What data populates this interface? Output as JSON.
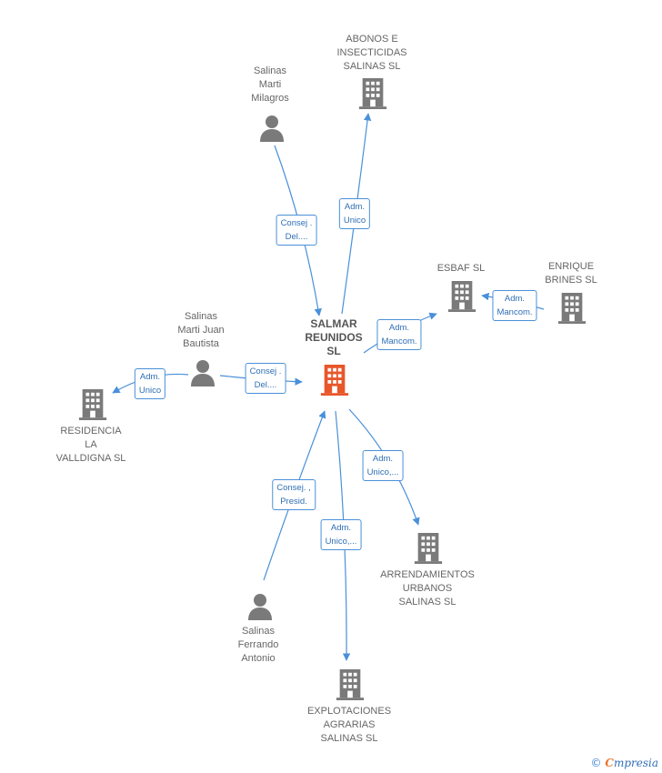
{
  "colors": {
    "edge": "#4a90d9",
    "building": "#7a7a7a",
    "person": "#7a7a7a",
    "center_building": "#e8562a"
  },
  "nodes": {
    "salmar": {
      "label": "SALMAR\nREUNIDOS\nSL",
      "icon": "building-icon"
    },
    "abonos": {
      "label": "ABONOS E\nINSECTICIDAS\nSALINAS SL",
      "icon": "building-icon"
    },
    "milagros": {
      "label": "Salinas\nMarti\nMilagros",
      "icon": "person-icon"
    },
    "esbaf": {
      "label": "ESBAF SL",
      "icon": "building-icon"
    },
    "enrique": {
      "label": "ENRIQUE\nBRINES SL",
      "icon": "building-icon"
    },
    "juan_bautista": {
      "label": "Salinas\nMarti Juan\nBautista",
      "icon": "person-icon"
    },
    "residencia": {
      "label": "RESIDENCIA\nLA\nVALLDIGNA SL",
      "icon": "building-icon"
    },
    "arrendamientos": {
      "label": "ARRENDAMIENTOS\nURBANOS\nSALINAS SL",
      "icon": "building-icon"
    },
    "ferrando": {
      "label": "Salinas\nFerrando\nAntonio",
      "icon": "person-icon"
    },
    "explotaciones": {
      "label": "EXPLOTACIONES\nAGRARIAS\nSALINAS SL",
      "icon": "building-icon"
    }
  },
  "edges": {
    "milagros_salmar": "Consej .\nDel....",
    "salmar_abonos": "Adm.\nUnico",
    "salmar_esbaf": "Adm.\nMancom.",
    "enrique_esbaf": "Adm.\nMancom.",
    "juan_salmar": "Consej .\nDel....",
    "juan_residencia": "Adm.\nUnico",
    "ferrando_salmar": "Consej. ,\nPresid.",
    "salmar_explotaciones": "Adm.\nUnico,...",
    "salmar_arrendamientos": "Adm.\nUnico,..."
  },
  "watermark": {
    "copyright": "©",
    "brand_first": "C",
    "brand_rest": "mpresia"
  }
}
